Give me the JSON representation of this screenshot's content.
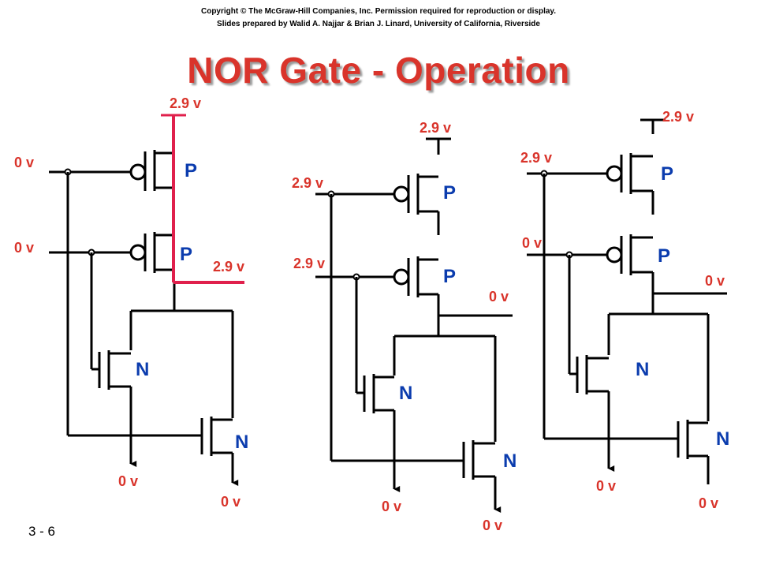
{
  "header": {
    "copyright_line1": "Copyright © The McGraw-Hill Companies, Inc. Permission required for reproduction or display.",
    "copyright_line2": "Slides prepared by Walid A. Najjar & Brian J. Linard, University of California, Riverside"
  },
  "title": "NOR Gate - Operation",
  "slide_number": "3 - 6",
  "colors": {
    "title": "#d9342b",
    "voltage": "#d9342b",
    "transistor_label": "#0b3cae",
    "active_path": "#e0204c",
    "wire": "#000000"
  },
  "circuits": [
    {
      "input_a": "0 v",
      "input_b": "0 v",
      "vdd": "2.9 v",
      "output": "2.9 v",
      "gnd_1": "0 v",
      "gnd_2": "0 v",
      "labels": {
        "p1": "P",
        "p2": "P",
        "n1": "N",
        "n2": "N"
      }
    },
    {
      "input_a": "2.9 v",
      "input_b": "2.9 v",
      "vdd": "2.9 v",
      "output": "0 v",
      "gnd_1": "0 v",
      "gnd_2": "0 v",
      "labels": {
        "p1": "P",
        "p2": "P",
        "n1": "N",
        "n2": "N"
      }
    },
    {
      "input_a": "2.9 v",
      "input_b": "0 v",
      "vdd": "2.9 v",
      "output": "0 v",
      "gnd_1": "0 v",
      "gnd_2": "0 v",
      "labels": {
        "p1": "P",
        "p2": "P",
        "n1": "N",
        "n2": "N"
      }
    }
  ]
}
